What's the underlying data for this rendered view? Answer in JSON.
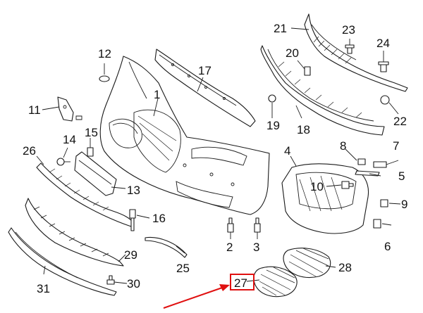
{
  "diagram": {
    "callouts": {
      "c1": "1",
      "c2": "2",
      "c3": "3",
      "c4": "4",
      "c5": "5",
      "c6": "6",
      "c7": "7",
      "c8": "8",
      "c9": "9",
      "c10": "10",
      "c11": "11",
      "c12": "12",
      "c13": "13",
      "c14": "14",
      "c15": "15",
      "c16": "16",
      "c17": "17",
      "c18": "18",
      "c19": "19",
      "c20": "20",
      "c21": "21",
      "c22": "22",
      "c23": "23",
      "c24": "24",
      "c25": "25",
      "c26": "26",
      "c27": "27",
      "c28": "28",
      "c29": "29",
      "c30": "30",
      "c31": "31"
    },
    "highlighted_callout": "27",
    "highlight_color": "#e01010",
    "line_color": "#1a1a1a"
  }
}
